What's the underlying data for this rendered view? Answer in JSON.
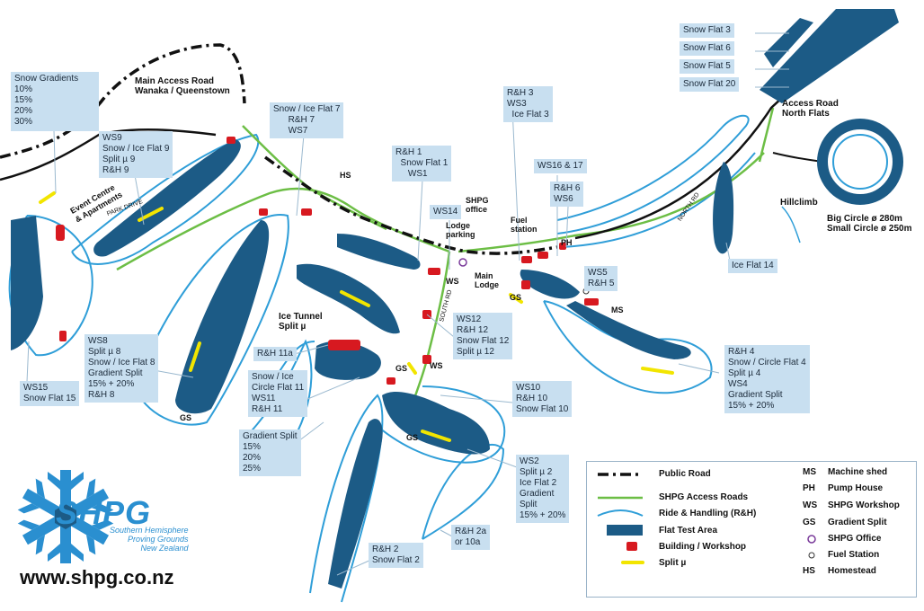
{
  "colors": {
    "flat_area": "#1c5b86",
    "ride_handling": "#2f9ed8",
    "access_road": "#6cbe45",
    "public_road": "#111111",
    "building": "#d71920",
    "split_mu": "#f2e500",
    "label_bg": "#c8dff0"
  },
  "roads": {
    "main_access": "Main Access Road\nWanaka / Queenstown",
    "access_north": "Access Road\nNorth Flats",
    "park_drive": "PARK DRIVE",
    "south_rd": "SOUTH RD",
    "north_rd": "NORTH RD",
    "event_centre": "Event Centre\n& Apartments",
    "hillclimb": "Hillclimb",
    "big_circle": "Big Circle ø 280m\nSmall Circle ø 250m",
    "ice_tunnel": "Ice Tunnel\nSplit µ"
  },
  "places": {
    "hs": "HS",
    "shpg_office": "SHPG\noffice",
    "lodge_parking": "Lodge\nparking",
    "fuel_station": "Fuel\nstation",
    "ph": "PH",
    "ws_center": "WS",
    "main_lodge": "Main\nLodge",
    "gs_center": "GS",
    "ms": "MS",
    "gs_mid": "GS",
    "ws_mid": "WS",
    "gs_left": "GS",
    "gs_low": "GS"
  },
  "labels": {
    "snow_gradients": "Snow Gradients\n10%\n15%\n20%\n30%",
    "ws9": "WS9\nSnow / Ice Flat 9\nSplit µ 9\nR&H 9",
    "flat7": "Snow / Ice Flat 7\n      R&H 7\n      WS7",
    "rh1": "R&H 1\n  Snow Flat 1\n     WS1",
    "ws14": "WS14",
    "rh3": "R&H 3\nWS3\n  Ice Flat 3",
    "ws16": "WS16 & 17",
    "rh6": "R&H 6\nWS6",
    "snow_flat3": "Snow Flat 3",
    "snow_flat6": "Snow Flat 6",
    "snow_flat5": "Snow Flat 5",
    "snow_flat20": "Snow Flat 20",
    "ice_flat14": "Ice Flat 14",
    "ws5": "WS5\nR&H 5",
    "ws15": "WS15\nSnow Flat 15",
    "ws8": "WS8\nSplit µ 8\nSnow / Ice Flat 8\nGradient Split\n15% + 20%\nR&H 8",
    "rh11a": "R&H 11a",
    "circle11": "Snow / Ice\nCircle Flat 11\nWS11\nR&H 11",
    "ws12": "WS12\nR&H 12\nSnow Flat 12\nSplit µ 12",
    "rh4": "R&H 4\nSnow / Circle Flat 4\nSplit µ 4\nWS4\nGradient Split\n15% + 20%",
    "ws10": "WS10\nR&H 10\nSnow Flat 10",
    "gradient_split": "Gradient Split\n15%\n20%\n25%",
    "ws2": "WS2\nSplit µ 2\nIce Flat 2\nGradient\nSplit\n15% + 20%",
    "rh2a": "R&H 2a\nor 10a",
    "rh2": "R&H 2\nSnow Flat 2"
  },
  "legend": {
    "public_road": "Public Road",
    "access_roads": "SHPG Access Roads",
    "ride_handling": "Ride & Handling (R&H)",
    "flat_test": "Flat Test Area",
    "building": "Building / Workshop",
    "split": "Split µ",
    "ms": "MS",
    "ms_text": "Machine shed",
    "ph": "PH",
    "ph_text": "Pump House",
    "ws": "WS",
    "ws_text": "SHPG Workshop",
    "gs": "GS",
    "gs_text": "Gradient Split",
    "office_text": "SHPG Office",
    "fuel_text": "Fuel Station",
    "hs": "HS",
    "hs_text": "Homestead"
  },
  "logo": {
    "name": "SHPG",
    "subtitle": "Southern Hemisphere\nProving Grounds\nNew Zealand",
    "website": "www.shpg.co.nz"
  }
}
